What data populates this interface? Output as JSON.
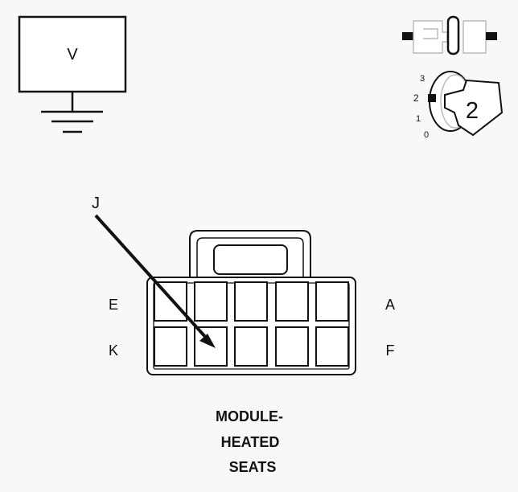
{
  "meter": {
    "label": "V"
  },
  "ignition": {
    "positions": [
      "3",
      "2",
      "1",
      "0"
    ],
    "key_number": "2"
  },
  "probe": {
    "label": "J"
  },
  "connector": {
    "pin_labels": {
      "top_left": "E",
      "bottom_left": "K",
      "top_right": "A",
      "bottom_right": "F"
    },
    "caption": [
      "MODULE-",
      "HEATED",
      "SEATS"
    ]
  }
}
